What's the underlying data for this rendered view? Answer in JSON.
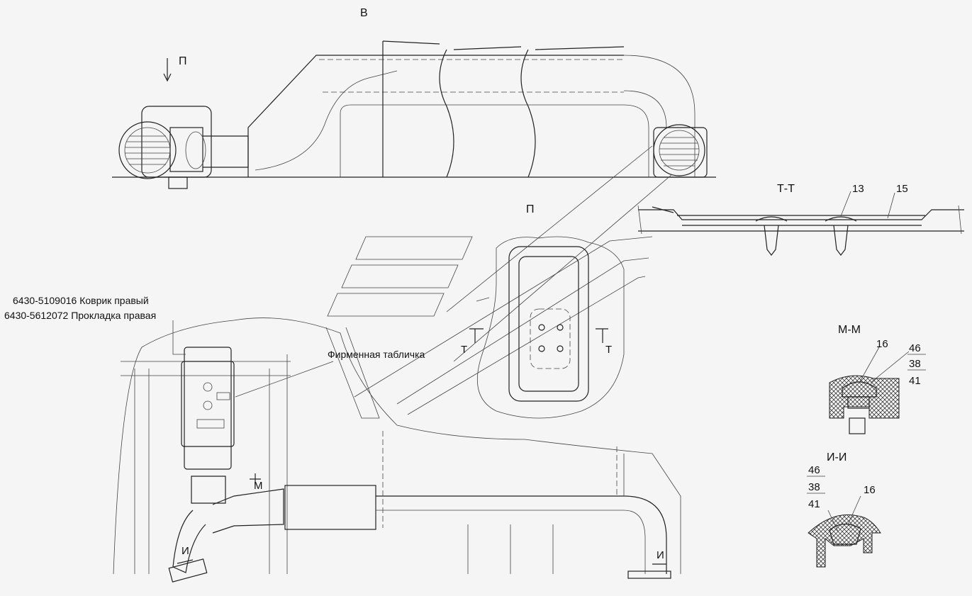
{
  "view_labels": {
    "view_b": "В",
    "arrow_p": "П",
    "view_p": "П",
    "section_tt": "Т-Т",
    "section_mm": "М-М",
    "section_ii": "И-И",
    "mark_t_left": "Т",
    "mark_t_right": "Т",
    "mark_m": "М",
    "mark_i_left": "И",
    "mark_i_right": "И"
  },
  "part_labels": {
    "carpet_right": "6430-5109016 Коврик правый",
    "gasket_right": "6430-5612072 Прокладка правая",
    "nameplate": "Фирменная табличка"
  },
  "callouts": {
    "tt_13": "13",
    "tt_15": "15",
    "mm_16": "16",
    "mm_46": "46",
    "mm_38": "38",
    "mm_41": "41",
    "ii_46": "46",
    "ii_38": "38",
    "ii_41": "41",
    "ii_16": "16"
  }
}
